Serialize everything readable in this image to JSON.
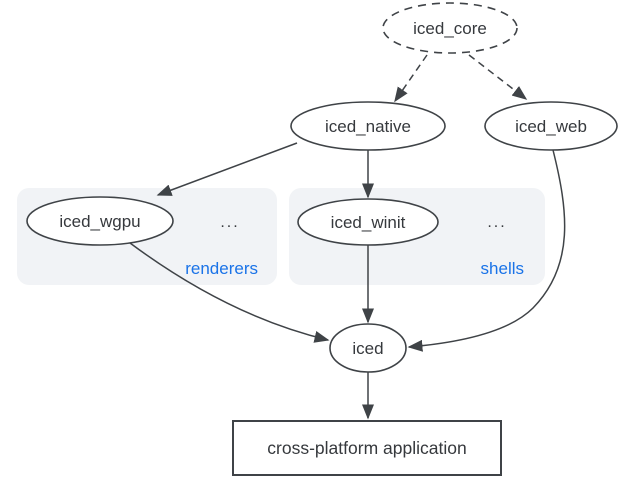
{
  "colors": {
    "background": "#ffffff",
    "node_stroke": "#3f4347",
    "node_fill": "#ffffff",
    "edge": "#3f4347",
    "text": "#36393d",
    "group_fill": "#f1f3f6",
    "group_label": "#1a73e8"
  },
  "nodes": {
    "iced_core": {
      "label": "iced_core"
    },
    "iced_native": {
      "label": "iced_native"
    },
    "iced_web": {
      "label": "iced_web"
    },
    "iced_wgpu": {
      "label": "iced_wgpu"
    },
    "iced_winit": {
      "label": "iced_winit"
    },
    "iced": {
      "label": "iced"
    },
    "application": {
      "label": "cross-platform application"
    }
  },
  "groups": {
    "renderers": {
      "label": "renderers",
      "ellipsis": "..."
    },
    "shells": {
      "label": "shells",
      "ellipsis": "..."
    }
  }
}
